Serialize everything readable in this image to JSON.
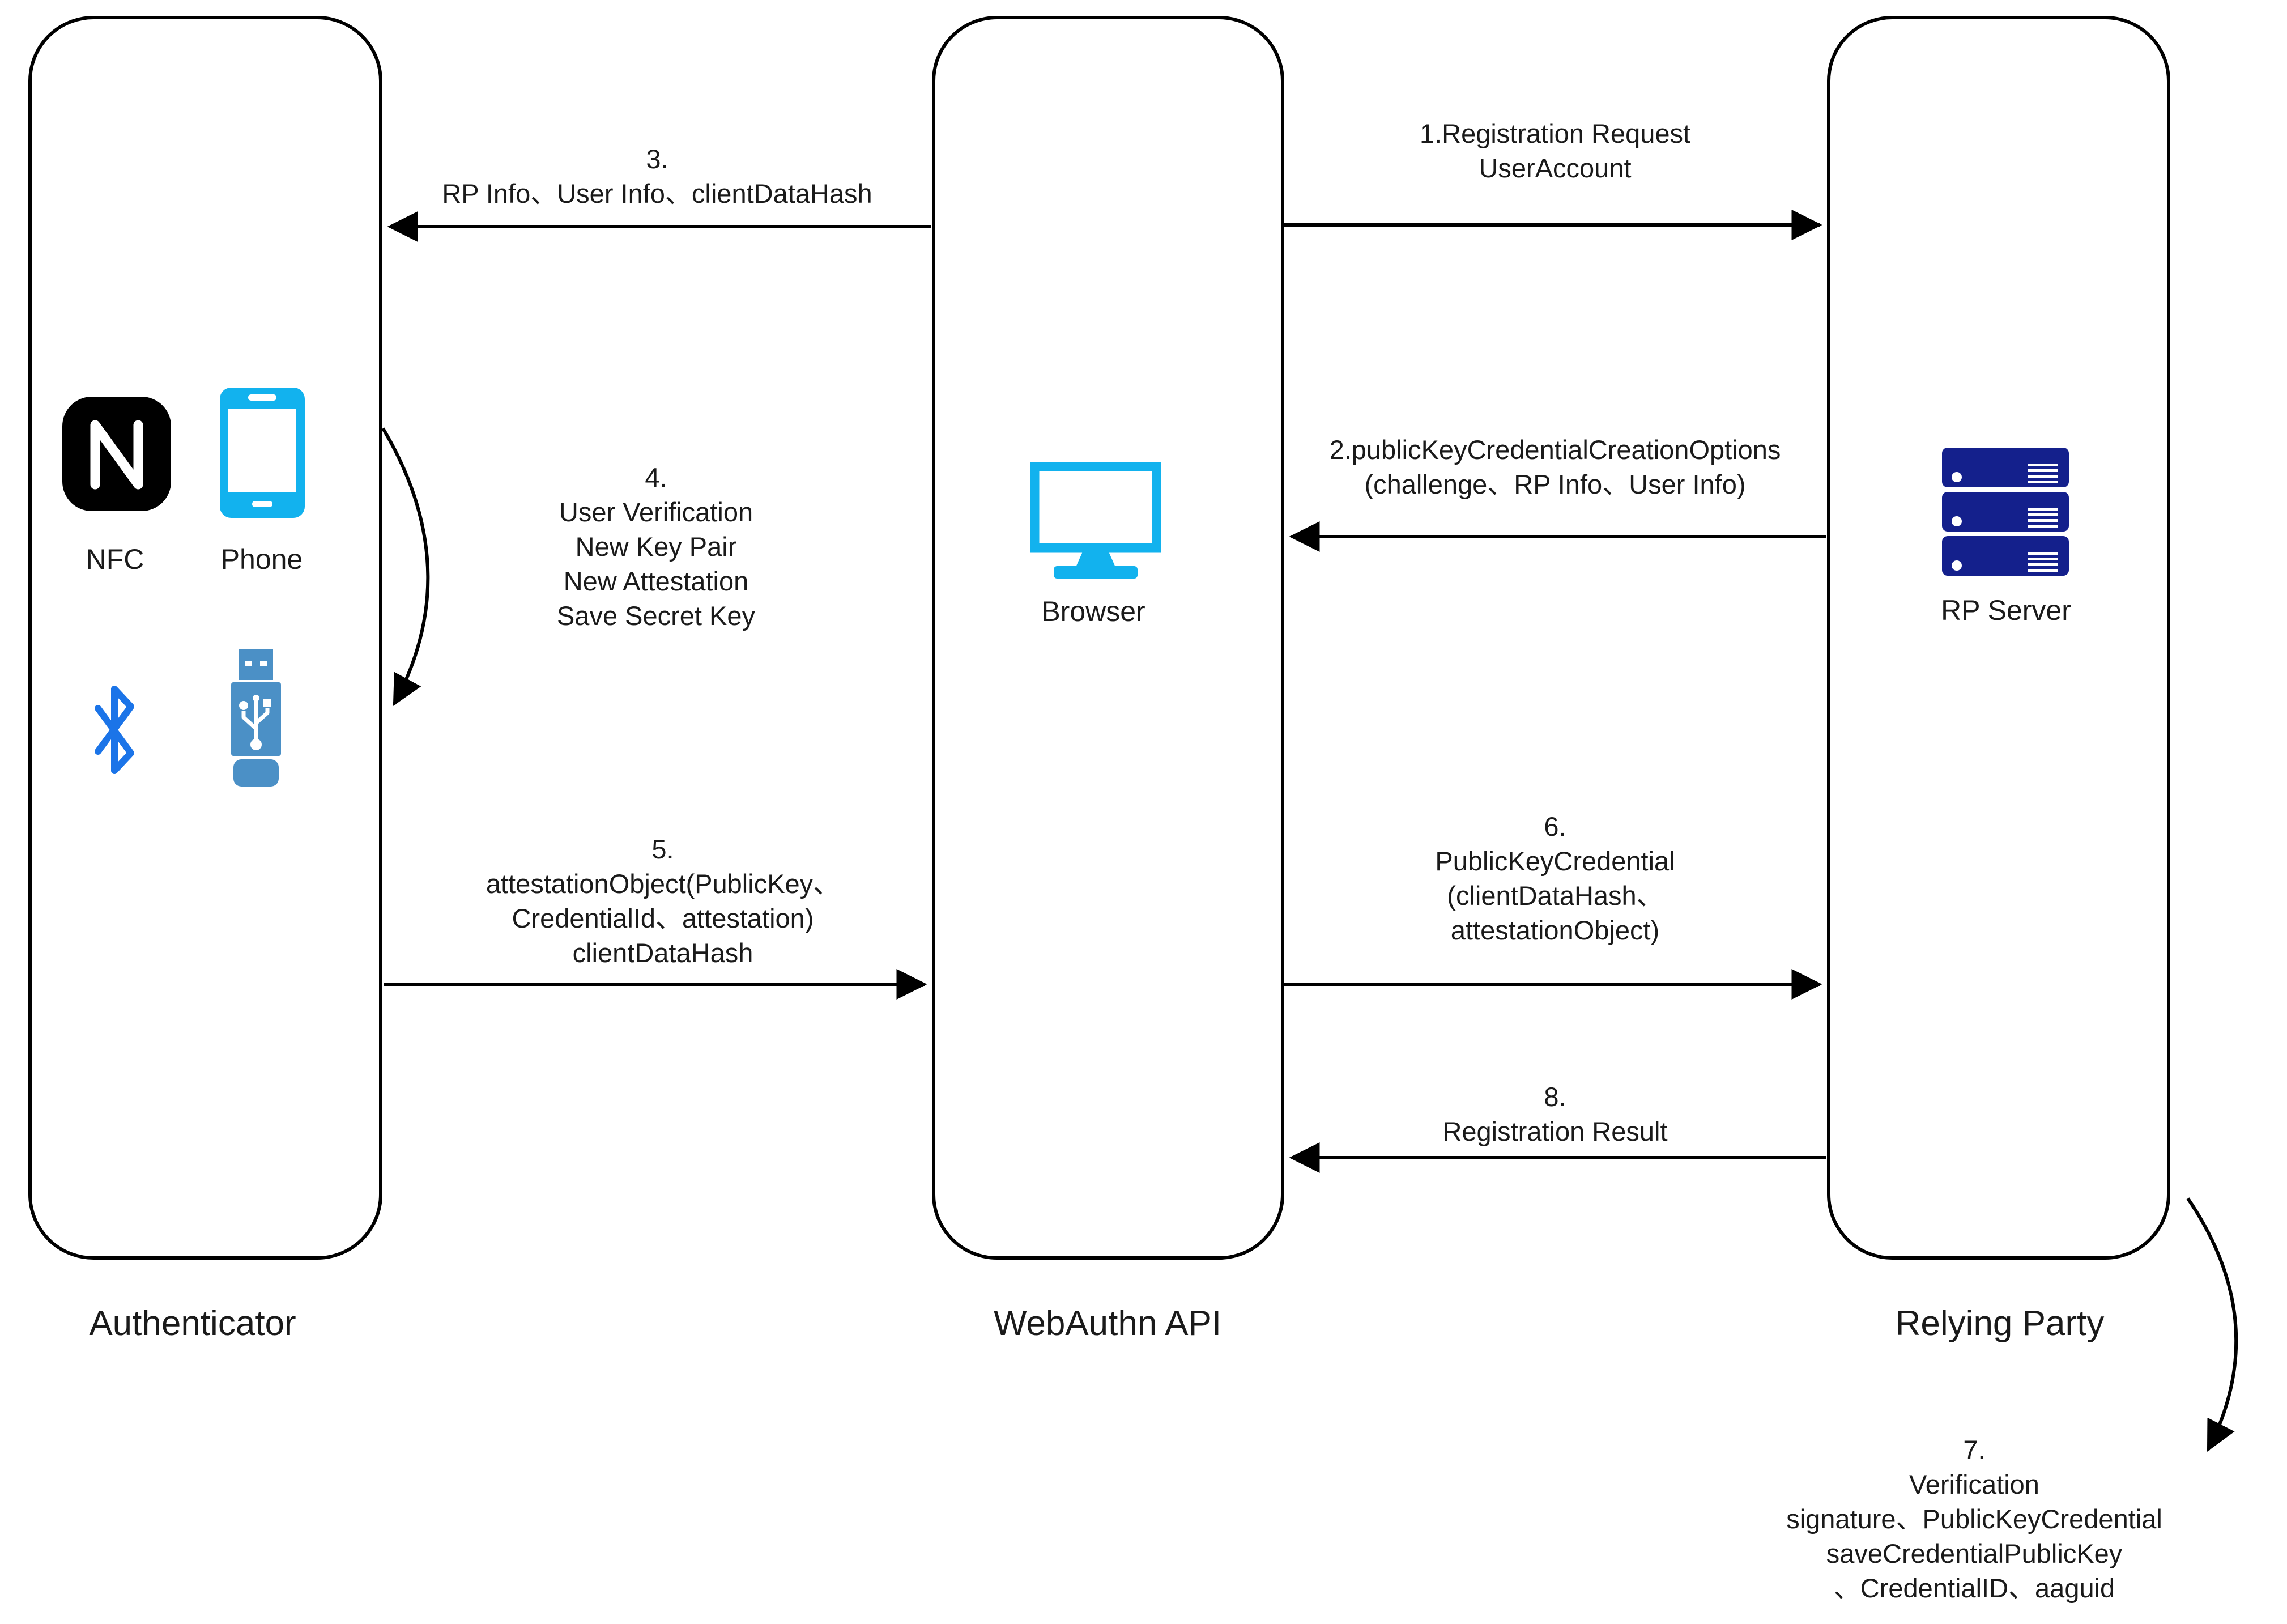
{
  "diagram": {
    "lanes": {
      "authenticator": {
        "label": "Authenticator"
      },
      "webauthn_api": {
        "label": "WebAuthn API"
      },
      "relying_party": {
        "label": "Relying Party"
      }
    },
    "nodes": {
      "nfc": {
        "label": "NFC"
      },
      "phone": {
        "label": "Phone"
      },
      "bluetooth": {
        "label": ""
      },
      "usb": {
        "label": ""
      },
      "browser": {
        "label": "Browser"
      },
      "rp_server": {
        "label": "RP Server"
      }
    },
    "messages": {
      "m1": {
        "l1": "1.Registration Request",
        "l2": "UserAccount"
      },
      "m2": {
        "l1": "2.publicKeyCredentialCreationOptions",
        "l2": "(challenge、RP Info、User Info)"
      },
      "m3": {
        "l1": "3.",
        "l2": "RP Info、User Info、clientDataHash"
      },
      "m4": {
        "l1": "4.",
        "l2": "User Verification",
        "l3": "New Key Pair",
        "l4": "New Attestation",
        "l5": "Save Secret Key"
      },
      "m5": {
        "l1": "5.",
        "l2": "attestationObject(PublicKey、",
        "l3": "CredentialId、attestation)",
        "l4": "clientDataHash"
      },
      "m6": {
        "l1": "6.",
        "l2": "PublicKeyCredential",
        "l3": "(clientDataHash、",
        "l4": "attestationObject)"
      },
      "m7": {
        "l1": "7.",
        "l2": "Verification",
        "l3": "signature、PublicKeyCredential",
        "l4": "saveCredentialPublicKey",
        "l5": "、CredentialID、aaguid"
      },
      "m8": {
        "l1": "8.",
        "l2": "Registration Result"
      }
    },
    "colors": {
      "device_cyan": "#12B2EE",
      "bluetooth_blue": "#1B74E8",
      "usb_steel_blue": "#4B90C6",
      "server_navy": "#14208C",
      "line_black": "#000000"
    }
  }
}
